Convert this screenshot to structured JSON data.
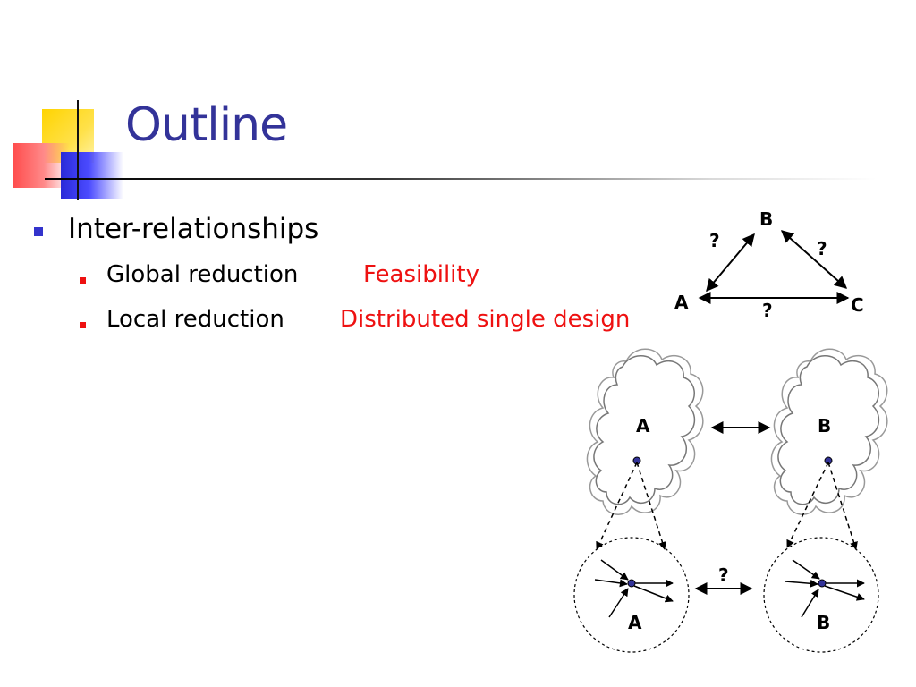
{
  "slide": {
    "title": "Outline",
    "bullets": [
      {
        "text": "Inter-relationships",
        "sub": [
          {
            "text": "Global reduction",
            "highlight": "Feasibility"
          },
          {
            "text": "Local reduction",
            "highlight": "Distributed single design"
          }
        ]
      }
    ]
  },
  "diagram": {
    "triangle": {
      "top": "B",
      "left": "A",
      "right": "C",
      "edge_ab": "?",
      "edge_bc": "?",
      "edge_ac": "?"
    },
    "clouds": {
      "left": "A",
      "right": "B"
    },
    "circles": {
      "left": "A",
      "right": "B",
      "edge": "?"
    }
  },
  "colors": {
    "title": "#333399",
    "highlight": "#ee1111",
    "bullet_main": "#3333cc",
    "node": "#333399"
  }
}
